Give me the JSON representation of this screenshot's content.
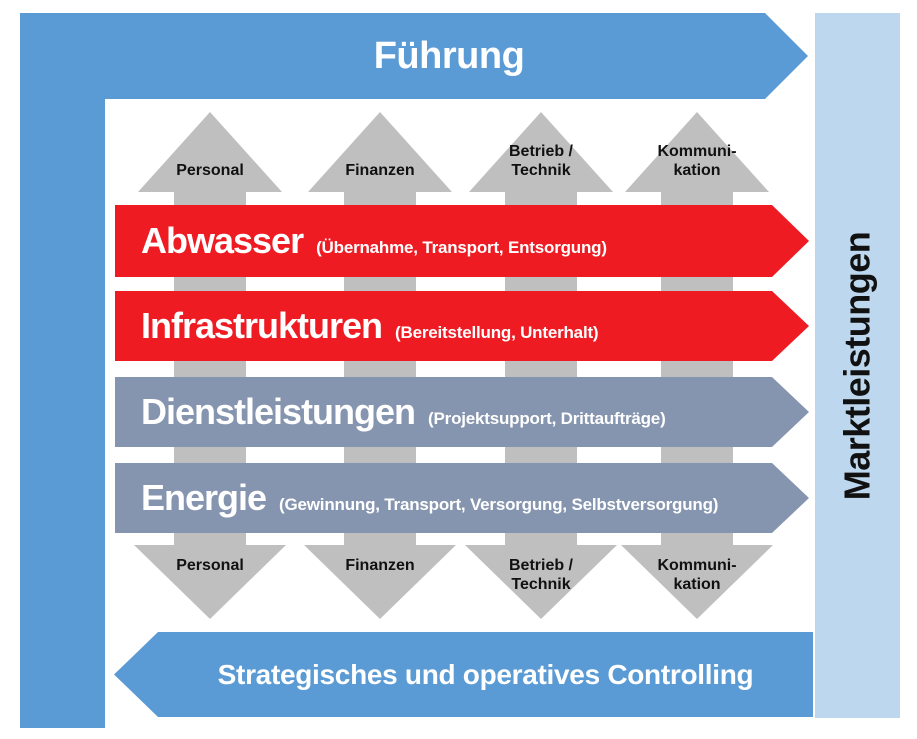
{
  "colors": {
    "frame_blue": "#5B9BD5",
    "market_bar_light_blue": "#BDD7EE",
    "support_gray": "#BFBFBF",
    "core_process_red": "#EE1B23",
    "support_process_slate": "#8695AF",
    "label_black": "#111111",
    "arrow_text_white": "#FFFFFF"
  },
  "top_arrow": {
    "label": "Führung"
  },
  "bottom_arrow": {
    "label": "Strategisches und operatives Controlling"
  },
  "right_bar": {
    "label": "Marktleistungen"
  },
  "support_labels": [
    {
      "lines": [
        "Personal"
      ]
    },
    {
      "lines": [
        "Finanzen"
      ]
    },
    {
      "lines": [
        "Betrieb /",
        "Technik"
      ]
    },
    {
      "lines": [
        "Kommuni-",
        "kation"
      ]
    }
  ],
  "process_arrows": [
    {
      "title": "Abwasser",
      "subtitle": "(Übernahme, Transport, Entsorgung)",
      "color": "#EE1B23"
    },
    {
      "title": "Infrastrukturen",
      "subtitle": "(Bereitstellung, Unterhalt)",
      "color": "#EE1B23"
    },
    {
      "title": "Dienstleistungen",
      "subtitle": "(Projektsupport, Drittaufträge)",
      "color": "#8695AF"
    },
    {
      "title": "Energie",
      "subtitle": "(Gewinnung, Transport, Versorgung, Selbstversorgung)",
      "color": "#8695AF"
    }
  ]
}
